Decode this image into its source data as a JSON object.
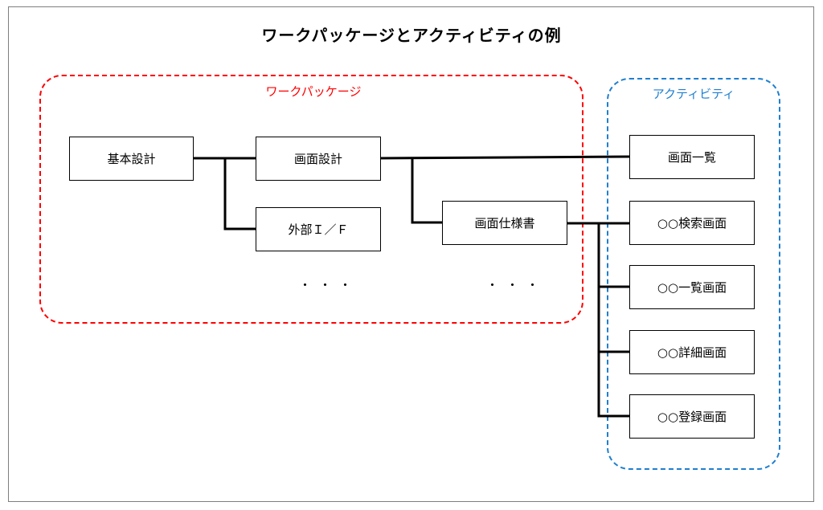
{
  "title": "ワークパッケージとアクティビティの例",
  "colors": {
    "workpackage": "#ff0000",
    "activity": "#1f7fd0",
    "frame": "#7f7f7f"
  },
  "groups": {
    "workpackage": {
      "label": "ワークパッケージ"
    },
    "activity": {
      "label": "アクティビティ"
    }
  },
  "nodes": {
    "kihon": "基本設計",
    "gamen": "画面設計",
    "gaibu": "外部Ｉ／Ｆ",
    "shiyou": "画面仕様書",
    "ichiran": "画面一覧",
    "kensaku": "○○検索画面",
    "ichiran_gamen": "○○一覧画面",
    "shousai": "○○詳細画面",
    "touroku": "○○登録画面"
  },
  "ellipsis": [
    "・・・",
    "・・・"
  ]
}
